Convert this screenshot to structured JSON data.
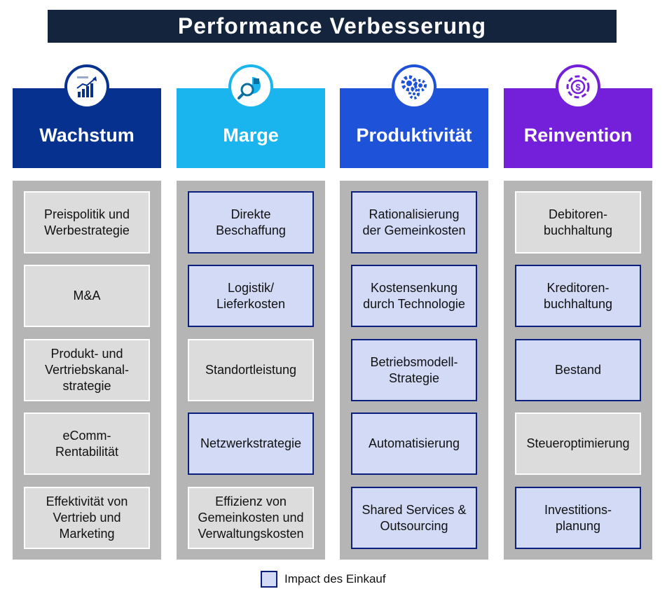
{
  "title": "Performance Verbesserung",
  "columns": [
    {
      "heading": "Wachstum",
      "icon": "growth-chart-icon",
      "color": "#07318f",
      "items": [
        {
          "label": "Preispolitik und\nWerbestrategie",
          "impact": false
        },
        {
          "label": "M&A",
          "impact": false
        },
        {
          "label": "Produkt- und\nVertriebskanal-\nstrategie",
          "impact": false
        },
        {
          "label": "eComm-\nRentabilität",
          "impact": false
        },
        {
          "label": "Effektivität von\nVertrieb und\nMarketing",
          "impact": false
        }
      ]
    },
    {
      "heading": "Marge",
      "icon": "magnifier-pie-icon",
      "color": "#1ab5ef",
      "items": [
        {
          "label": "Direkte\nBeschaffung",
          "impact": true
        },
        {
          "label": "Logistik/\nLieferkosten",
          "impact": true
        },
        {
          "label": "Standortleistung",
          "impact": false
        },
        {
          "label": "Netzwerkstrategie",
          "impact": true
        },
        {
          "label": "Effizienz von\nGemeinkosten und\nVerwaltungskosten",
          "impact": false
        }
      ]
    },
    {
      "heading": "Produktivität",
      "icon": "gears-icon",
      "color": "#1e52d8",
      "items": [
        {
          "label": "Rationalisierung\nder Gemeinkosten",
          "impact": true
        },
        {
          "label": "Kostensenkung\ndurch Technologie",
          "impact": true
        },
        {
          "label": "Betriebsmodell-\nStrategie",
          "impact": true
        },
        {
          "label": "Automatisierung",
          "impact": true
        },
        {
          "label": "Shared Services &\nOutsourcing",
          "impact": true
        }
      ]
    },
    {
      "heading": "Reinvention",
      "icon": "dollar-cycle-icon",
      "color": "#7420da",
      "items": [
        {
          "label": "Debitoren-\nbuchhaltung",
          "impact": false
        },
        {
          "label": "Kreditoren-\nbuchhaltung",
          "impact": true
        },
        {
          "label": "Bestand",
          "impact": true
        },
        {
          "label": "Steueroptimierung",
          "impact": false
        },
        {
          "label": "Investitions-\nplanung",
          "impact": true
        }
      ]
    }
  ],
  "legend": {
    "label": "Impact des Einkauf"
  }
}
